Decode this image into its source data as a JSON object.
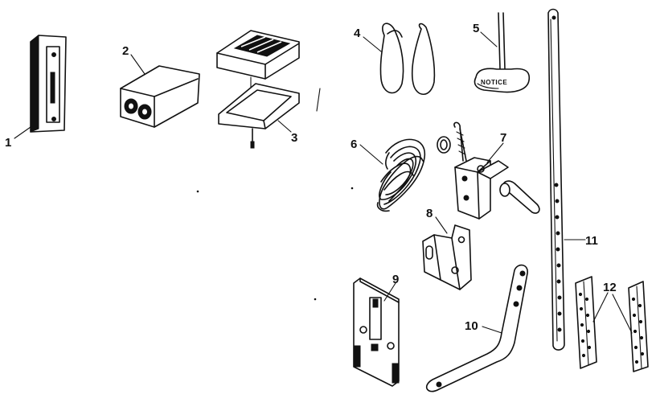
{
  "parts": [
    {
      "callout": "1"
    },
    {
      "callout": "2"
    },
    {
      "callout": "3"
    },
    {
      "callout": "4"
    },
    {
      "callout": "5",
      "tag_text": "NOTICE"
    },
    {
      "callout": "6"
    },
    {
      "callout": "7"
    },
    {
      "callout": "8"
    },
    {
      "callout": "9"
    },
    {
      "callout": "10"
    },
    {
      "callout": "11"
    },
    {
      "callout": "12"
    }
  ]
}
